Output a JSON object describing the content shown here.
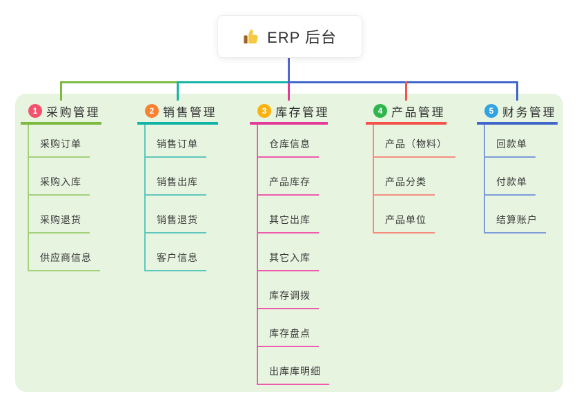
{
  "root": {
    "label": "ERP 后台",
    "icon": "thumbs-up-icon",
    "line_color": "#5565d2"
  },
  "canvas": {
    "bg_color": "#e7f4e0"
  },
  "branches": [
    {
      "number": "1",
      "label": "采购管理",
      "badge_color": "#f4516c",
      "line_color": "#7cb93f",
      "line_light_color": "#a3d17a",
      "children": [
        "采购订单",
        "采购入库",
        "采购退货",
        "供应商信息"
      ]
    },
    {
      "number": "2",
      "label": "销售管理",
      "badge_color": "#f9812f",
      "line_color": "#13b3a6",
      "line_light_color": "#5fc7bd",
      "children": [
        "销售订单",
        "销售出库",
        "销售退货",
        "客户信息"
      ]
    },
    {
      "number": "3",
      "label": "库存管理",
      "badge_color": "#fbb10e",
      "line_color": "#e33a9a",
      "line_light_color": "#ee5bad",
      "children": [
        "仓库信息",
        "产品库存",
        "其它出库",
        "其它入库",
        "库存调拨",
        "库存盘点",
        "出库库明细"
      ]
    },
    {
      "number": "4",
      "label": "产品管理",
      "badge_color": "#2eb54c",
      "line_color": "#f4524a",
      "line_light_color": "#f68c80",
      "children": [
        "产品（物料）",
        "产品分类",
        "产品单位"
      ]
    },
    {
      "number": "5",
      "label": "财务管理",
      "badge_color": "#31a3e3",
      "line_color": "#4066c9",
      "line_light_color": "#7e9bd8",
      "children": [
        "回款单",
        "付款单",
        "结算账户"
      ]
    }
  ]
}
